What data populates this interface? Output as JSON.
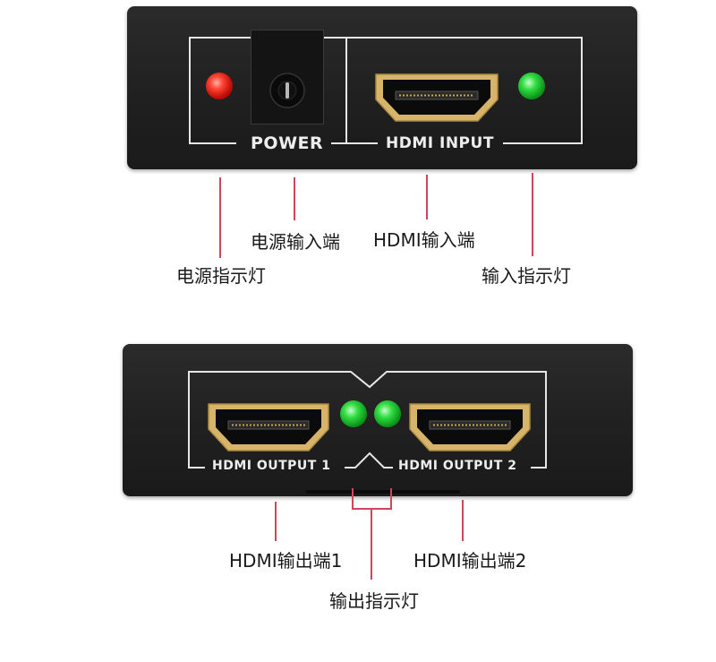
{
  "top_device": {
    "power_label": "POWER",
    "input_label": "HDMI INPUT"
  },
  "bottom_device": {
    "output1_label": "HDMI OUTPUT 1",
    "output2_label": "HDMI OUTPUT 2"
  },
  "callouts": {
    "power_indicator": "电源指示灯",
    "power_input": "电源输入端",
    "hdmi_input": "HDMI输入端",
    "input_indicator": "输入指示灯",
    "hdmi_output1": "HDMI输出端1",
    "hdmi_output2": "HDMI输出端2",
    "output_indicator": "输出指示灯"
  },
  "colors": {
    "panel": "#222222",
    "callout_line": "#d0455a",
    "led_red": "#e8201a",
    "led_green": "#22c033",
    "hdmi_gold": "#d8b46a"
  }
}
